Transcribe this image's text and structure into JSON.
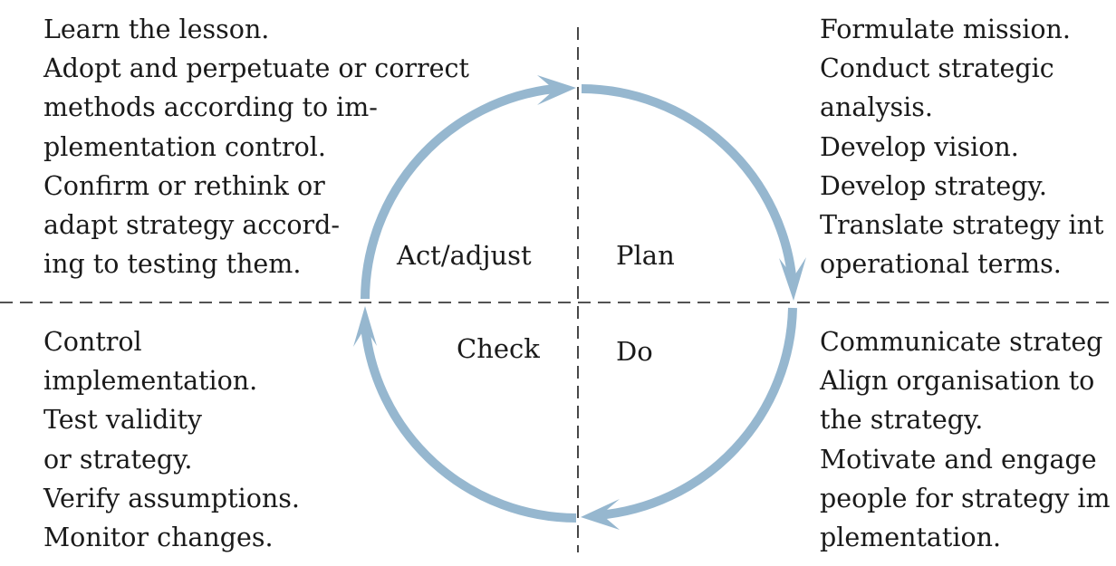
{
  "quadrants": {
    "act": {
      "label": "Act/adjust",
      "lines": [
        "Learn the lesson.",
        "Adopt and perpetuate or correct",
        "methods according to im-",
        "plementation control.",
        "Confirm or rethink or",
        "adapt strategy accord-",
        "ing to testing them."
      ]
    },
    "plan": {
      "label": "Plan",
      "lines": [
        "Formulate mission.",
        "Conduct strategic",
        "analysis.",
        "Develop vision.",
        "Develop strategy.",
        "Translate strategy int",
        "operational terms."
      ]
    },
    "check": {
      "label": "Check",
      "lines": [
        "Control",
        "implementation.",
        "Test validity",
        "or strategy.",
        "Verify assumptions.",
        "Monitor changes."
      ]
    },
    "do": {
      "label": "Do",
      "lines": [
        "Communicate strateg",
        "Align organisation to",
        "the strategy.",
        "Motivate and engage",
        "people for strategy im",
        "plementation."
      ]
    }
  },
  "colors": {
    "cycle_arrow": "#96b7cf",
    "divider": "#1a1a1a",
    "text": "#1a1a1a"
  }
}
